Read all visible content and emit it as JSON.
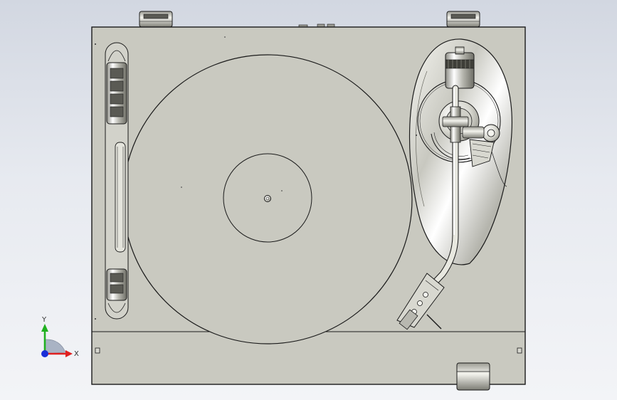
{
  "viewport": {
    "name": "cad-graphics-viewport",
    "background_top": "#d2d7e1",
    "background_bottom": "#f3f4f7"
  },
  "model": {
    "name": "turntable",
    "body_color": "#c9c9c0",
    "edge_color": "#1a1a1a",
    "metal_light": "#ffffff",
    "metal_dark": "#7a7a72"
  },
  "triad": {
    "x_label": "X",
    "y_label": "Y",
    "x_color": "#e02020",
    "y_color": "#20b020",
    "z_color": "#1a2ed8"
  }
}
